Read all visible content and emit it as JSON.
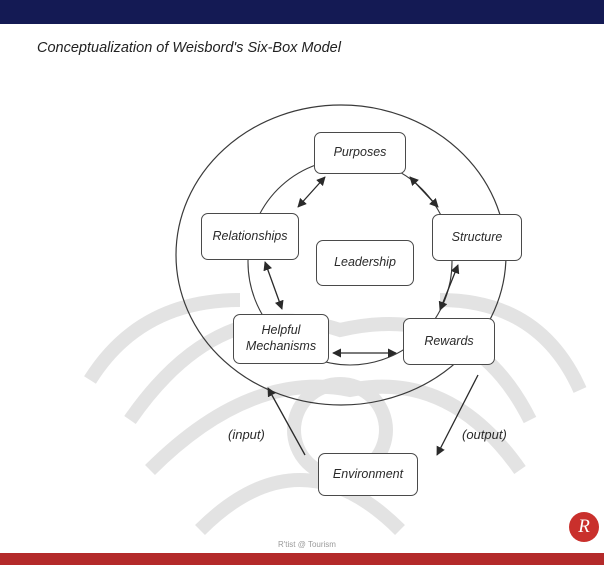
{
  "title": "Conceptualization of Weisbord's Six-Box Model",
  "boxes": {
    "purposes": "Purposes",
    "structure": "Structure",
    "rewards": "Rewards",
    "helpful_mechanisms": [
      "Helpful",
      "Mechanisms"
    ],
    "relationships": "Relationships",
    "leadership": "Leadership",
    "environment": "Environment"
  },
  "labels": {
    "input": "(input)",
    "output": "(output)"
  },
  "footer": {
    "text": "R'tist @ Tourism",
    "logo": "R"
  },
  "colors": {
    "top_bar": "#141a54",
    "bottom_bar": "#b42a2a",
    "logo": "#c9302c",
    "watermark": "#e0e0e0"
  }
}
